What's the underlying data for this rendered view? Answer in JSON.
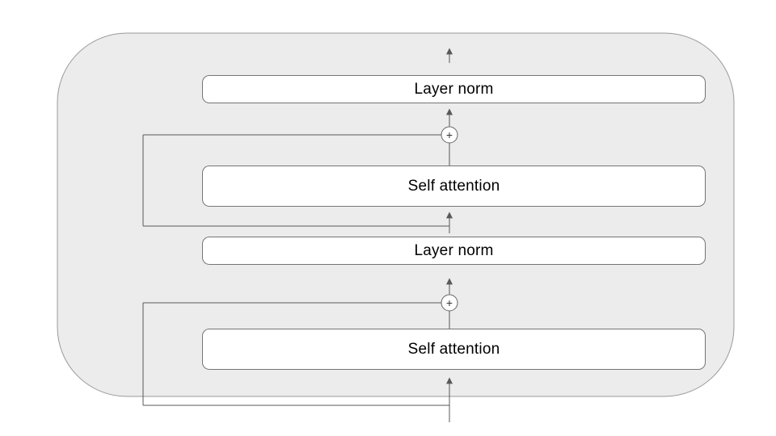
{
  "diagram": {
    "boxes": [
      {
        "label": "Layer norm"
      },
      {
        "label": "Self attention"
      },
      {
        "label": "Layer norm"
      },
      {
        "label": "Self attention"
      }
    ],
    "add_symbol": "+",
    "colors": {
      "canvas_background": "#ffffff",
      "container_fill": "#ececec",
      "container_border": "#999999",
      "box_fill": "#ffffff",
      "box_border": "#757575",
      "line": "#595959",
      "text": "#000000"
    }
  }
}
